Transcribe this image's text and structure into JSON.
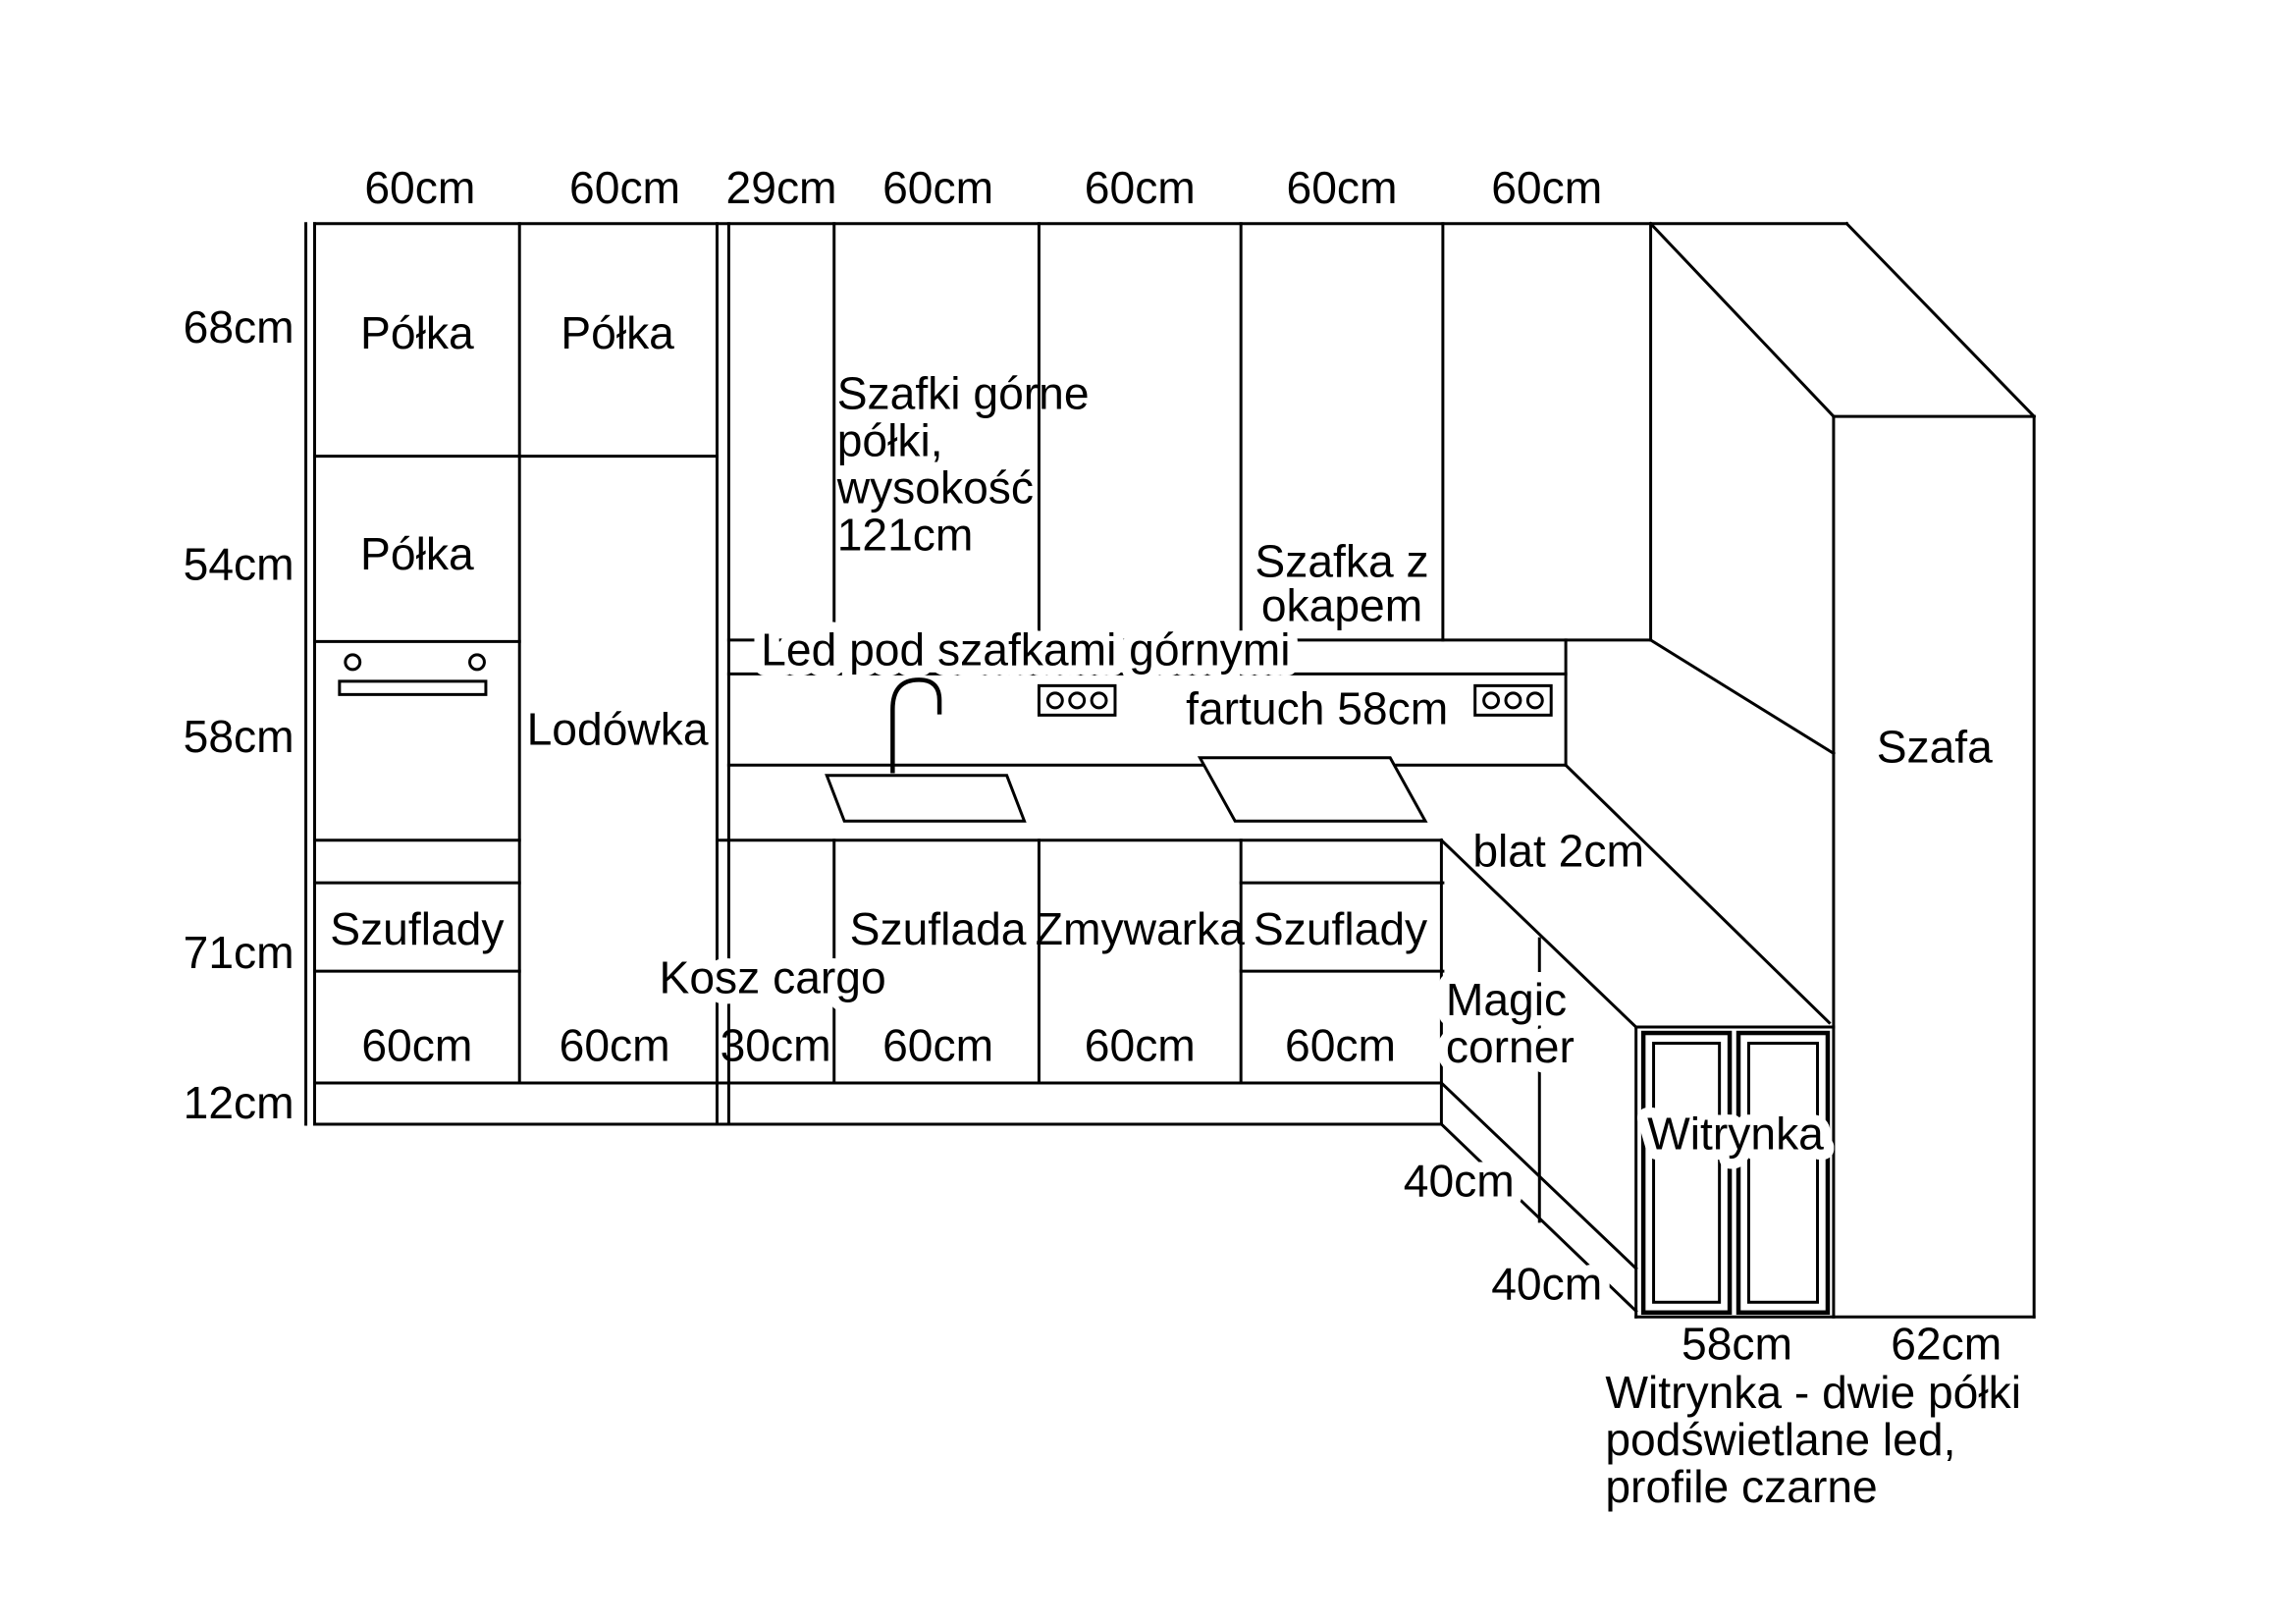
{
  "colors": {
    "line": "#000000",
    "background": "#ffffff",
    "text": "#000000"
  },
  "dimensions": {
    "top": [
      "60cm",
      "60cm",
      "29cm",
      "60cm",
      "60cm",
      "60cm",
      "60cm"
    ],
    "left": [
      "68cm",
      "54cm",
      "58cm",
      "71cm",
      "12cm"
    ],
    "bottom": [
      "60cm",
      "60cm",
      "30cm",
      "60cm",
      "60cm",
      "60cm"
    ],
    "corner_depths": [
      "40cm",
      "40cm"
    ],
    "right_bottom": {
      "display": "58cm",
      "wardrobe": "62cm"
    }
  },
  "upper": {
    "shelf_top_left": "Półka",
    "shelf_top_right": "Półka",
    "shelf_middle": "Półka",
    "fridge": "Lodówka",
    "note_lines": [
      "Szafki górne",
      "półki,",
      "wysokość",
      "121cm"
    ],
    "hood_lines": [
      "Szafka z",
      "okapem"
    ]
  },
  "wall": {
    "led": "Led pod szafkami górnymi",
    "backsplash": "fartuch 58cm",
    "countertop": "blat 2cm"
  },
  "base": {
    "drawers_left": "Szuflady",
    "cargo": "Kosz cargo",
    "drawer": "Szuflada",
    "dishwasher": "Zmywarka",
    "drawers_right": "Szuflady",
    "magic_corner_lines": [
      "Magic",
      "corner"
    ]
  },
  "tall": {
    "wardrobe": "Szafa",
    "display_cabinet": "Witrynka",
    "note_lines": [
      "Witrynka - dwie półki",
      "podświetlane led,",
      "profile czarne"
    ]
  }
}
